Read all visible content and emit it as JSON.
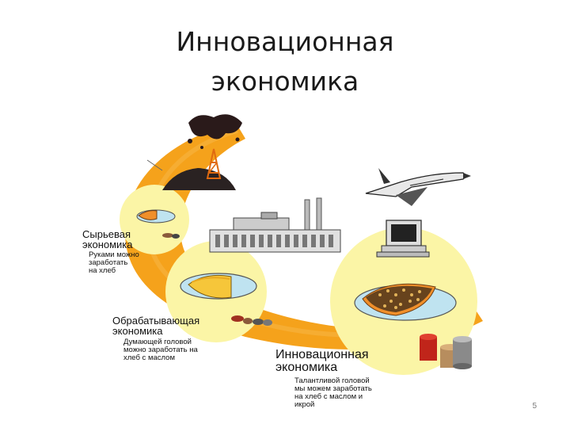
{
  "title_line1": "Инновационная",
  "title_line2": "экономика",
  "stages": [
    {
      "name_line1": "Сырьевая",
      "name_line2": "экономика",
      "desc": [
        "Руками можно",
        "заработать",
        "на хлеб"
      ]
    },
    {
      "name_line1": "Обрабатывающая",
      "name_line2": "экономика",
      "desc": [
        "Думающей головой",
        "можно заработать на",
        "хлеб с маслом"
      ]
    },
    {
      "name_line1": "Инновационная",
      "name_line2": "экономика",
      "desc": [
        "Талантливой головой",
        "мы можем заработать",
        "на хлеб с маслом и",
        "икрой"
      ]
    }
  ],
  "page_number": "5",
  "colors": {
    "arc_orange": "#f5a21b",
    "circle_fill": "#fbf5a6",
    "plate_blue": "#bfe3f0",
    "butter_yellow": "#f6c63a",
    "bread_orange": "#f08f2a",
    "oil_dark": "#2a2222",
    "factory_gray": "#9a9a9a"
  },
  "icons": [
    "oil-derrick-icon",
    "space-shuttle-icon",
    "factory-icon",
    "computer-icon",
    "coins-icon",
    "bread-plate-icon",
    "butter-plate-icon",
    "caviar-plate-icon"
  ]
}
